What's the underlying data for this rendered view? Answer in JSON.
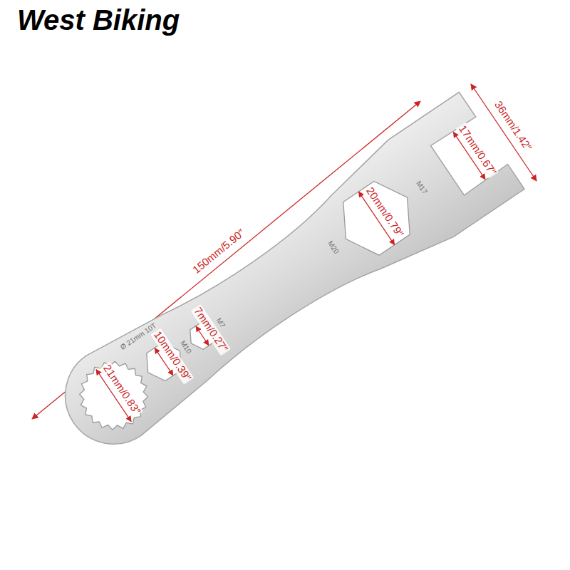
{
  "diagram": {
    "labels": [
      "West Biking",
      "150mm/5.90″",
      "36mm/1.42″",
      "17mm/0.67″",
      "M17",
      "20mm/0.79″",
      "M20",
      "7mm/0.27″",
      "M7",
      "10mm/0.39″",
      "M10",
      "Ø 21mm 10T",
      "21mm/0.83″"
    ]
  }
}
